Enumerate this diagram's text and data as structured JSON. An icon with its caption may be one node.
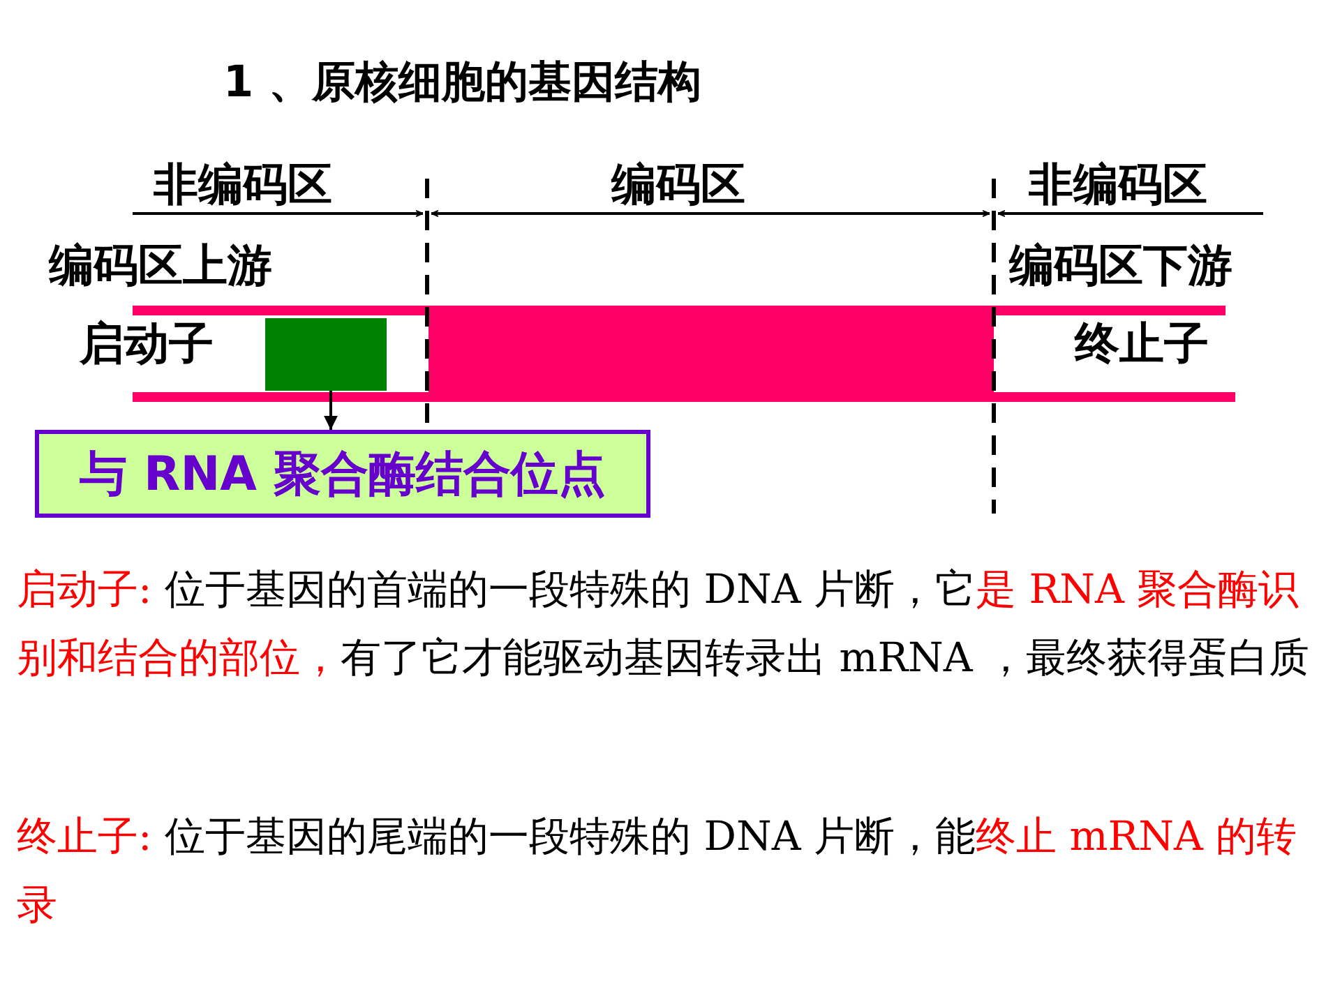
{
  "diagram": {
    "title": "1 、原核细胞的基因结构",
    "nodes": [
      {
        "text": [],
        "shape": "box"
      },
      {
        "text": [
          "与 RNA 聚合酶结合位点"
        ]
      }
    ],
    "edges": [
      {
        "from": 0,
        "to": 1,
        "arrow": "to"
      }
    ],
    "labels": [
      "非编码区",
      "编码区",
      "非编码区",
      "编码区上游",
      "启动子",
      "编码区下游",
      "终止子",
      "**启动子:** 位于基因的首端的一段特殊的 DNA 片断，它**是 RNA 聚合酶识别和结合的部位，**有了它才能驱动基因转录出 mRNA ，最终获得蛋白质",
      "**终止子:** 位于基因的尾端的一段特殊的 DNA 片断，能**终止 mRNA 的转录**"
    ]
  }
}
